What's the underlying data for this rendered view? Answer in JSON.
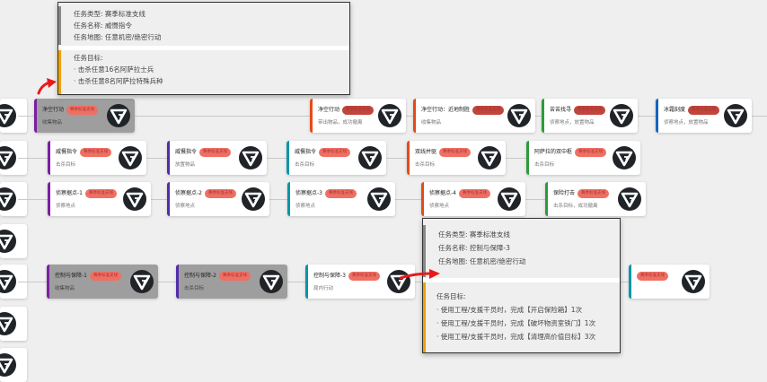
{
  "badge_label": "赛季标准支线",
  "colors": {
    "purple": "#7b1fa2",
    "violet": "#512da8",
    "teal": "#0097a7",
    "orange": "#e64a19",
    "green": "#2e9b3a",
    "blue": "#1565c0",
    "badge": "#ef6f63",
    "badge_dark": "#c0453c",
    "objective_bar": "#f0a000",
    "annotation_arrow": "#e8191b"
  },
  "icon": "triangle-g-logo-icon",
  "rows": [
    [
      {
        "title": "净空行动",
        "subtitle": "收集物品",
        "color": "purple",
        "done": true
      },
      {
        "title": "净空行动",
        "subtitle": "带出物品，成功撤离",
        "color": "orange",
        "badge_dark": true
      },
      {
        "title": "净空行动：近地制胜",
        "subtitle": "收集物品",
        "color": "orange",
        "badge_dark": true
      },
      {
        "title": "苦苦找寻",
        "subtitle": "侦察地点，放置物品",
        "color": "green",
        "badge_dark": true
      },
      {
        "title": "冰霜刻度",
        "subtitle": "侦察地点，放置物品",
        "color": "blue",
        "badge_dark": true
      }
    ],
    [
      {
        "title": "威慑指令",
        "subtitle": "击杀目标",
        "color": "purple"
      },
      {
        "title": "威慑指令",
        "subtitle": "放置物品",
        "color": "violet"
      },
      {
        "title": "威慑指令",
        "subtitle": "击杀目标",
        "color": "teal"
      },
      {
        "title": "双线并驱",
        "subtitle": "击杀目标",
        "color": "orange"
      },
      {
        "title": "阿萨拉的双中枢",
        "subtitle": "击杀目标",
        "color": "green"
      }
    ],
    [
      {
        "title": "侦察据点-1",
        "subtitle": "侦察地点",
        "color": "purple"
      },
      {
        "title": "侦察据点-2",
        "subtitle": "侦察地点",
        "color": "violet"
      },
      {
        "title": "侦察据点-3",
        "subtitle": "侦察地点",
        "color": "teal"
      },
      {
        "title": "侦察据点-4",
        "subtitle": "侦察地点",
        "color": "orange"
      },
      {
        "title": "保险打击",
        "subtitle": "击杀目标，成功撤离",
        "color": "green"
      }
    ],
    [
      {
        "title": "控制与保障-1",
        "subtitle": "收集物品",
        "color": "purple",
        "done": true
      },
      {
        "title": "控制与保障-2",
        "subtitle": "击杀目标",
        "color": "violet",
        "done": true
      },
      {
        "title": "控制与保障-3",
        "subtitle": "局内行动",
        "color": "teal"
      },
      {
        "title": "",
        "subtitle": "",
        "color": "teal"
      }
    ]
  ],
  "popups": [
    {
      "type": "任务类型: 赛季标准支线",
      "name": "任务名称: 威慑指令",
      "map": "任务地图: 任意机密/绝密行动",
      "goal_label": "任务目标:",
      "goals": [
        "· 击杀任意16名阿萨拉士兵",
        "· 击杀任意8名阿萨拉特殊兵种"
      ]
    },
    {
      "type": "任务类型: 赛季标准支线",
      "name": "任务名称: 控制与保障-3",
      "map": "任务地图: 任意机密/绝密行动",
      "goal_label": "任务目标:",
      "goals": [
        "· 使用工程/支援干员时，完成【开启保险箱】1次",
        "· 使用工程/支援干员时，完成【破坏物资室铁门】1次",
        "· 使用工程/支援干员时，完成【清理高价值目标】3次"
      ]
    }
  ]
}
